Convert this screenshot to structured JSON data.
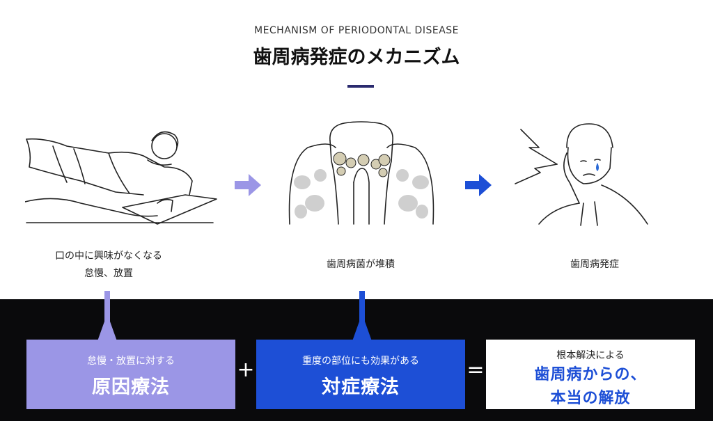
{
  "header": {
    "eyebrow": "MECHANISM OF PERIODONTAL DISEASE",
    "title": "歯周病発症のメカニズム"
  },
  "steps": [
    {
      "caption_line1": "口の中に興味がなくなる",
      "caption_line2": "怠慢、放置"
    },
    {
      "caption_line1": "歯周病菌が堆積"
    },
    {
      "caption_line1": "歯周病発症"
    }
  ],
  "equation": {
    "box1": {
      "subtitle": "怠慢・放置に対する",
      "title": "原因療法"
    },
    "plus": "+",
    "box2": {
      "subtitle": "重度の部位にも効果がある",
      "title": "対症療法"
    },
    "equals": "=",
    "box3": {
      "subtitle": "根本解決による",
      "title_line1": "歯周病からの、",
      "title_line2": "本当の解放"
    }
  },
  "colors": {
    "accent_light": "#9b96e6",
    "accent_blue": "#1d4fd6",
    "band": "#0a0a0c",
    "title_rule": "#2a2a6e"
  }
}
